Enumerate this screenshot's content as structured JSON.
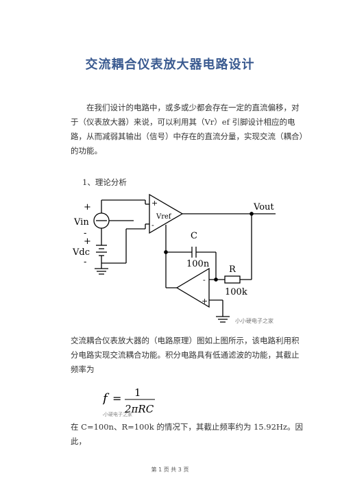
{
  "title": "交流耦合仪表放大器电路设计",
  "paragraph1": "在我们设计的电路中，或多或少都会存在一定的直流偏移，对于（仪表放大器）来说，可以利用其（Vr）ef 引脚设计相应的电路，从而减弱其输出（信号）中存在的直流分量，实现交流（耦合）的功能。",
  "section1": "1、理论分析",
  "circuit": {
    "labels": {
      "plus_top": "+",
      "vin": "Vin",
      "minus_vin": "-",
      "plus_vdc": "+",
      "vdc": "Vdc",
      "minus_vdc": "-",
      "amp_plus": "+",
      "amp_minus": "-",
      "vref": "Vref",
      "vout": "Vout",
      "c": "C",
      "c_val": "100n",
      "r": "R",
      "r_val": "100k",
      "int_minus": "-",
      "int_plus": "+"
    },
    "watermark": "小小硬电子之家"
  },
  "paragraph2": "交流耦合仪表放大器的（电路原理）图如上图所示，该电路利用积分电路实现交流耦合功能。积分电路具有低通滤波的功能，其截止频率为",
  "formula": {
    "lhs": "f",
    "eq": "=",
    "num": "1",
    "den": "2πRC",
    "watermark": "小小硬电子之家"
  },
  "paragraph3": "在 C=100n、R=100k 的情况下，其截止频率约为 15.92Hz。因此，",
  "footer": "第 1 页 共 3 页"
}
